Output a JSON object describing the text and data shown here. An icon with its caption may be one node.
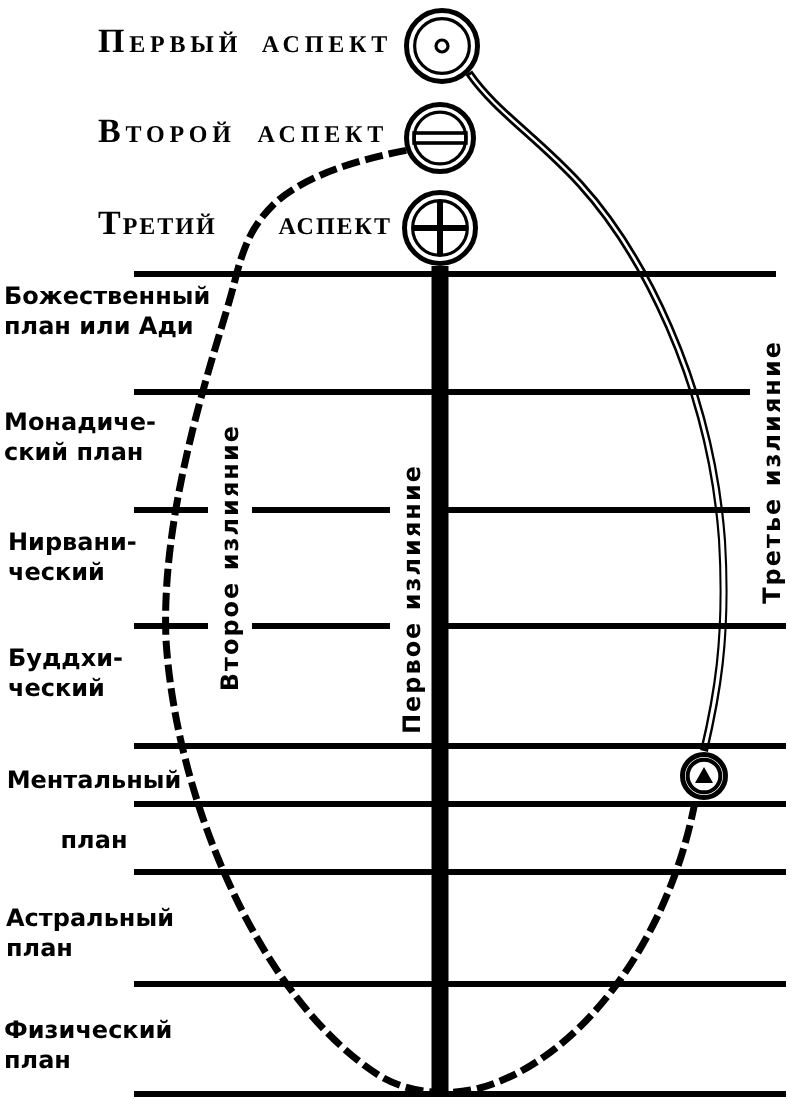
{
  "diagram": {
    "nodes": [
      {
        "text": [],
        "shape": "circle",
        "beside": [
          "Первый аспект"
        ]
      },
      {
        "text": [],
        "shape": "circle",
        "beside": [
          "Второй аспект"
        ]
      },
      {
        "text": [],
        "shape": "circle",
        "beside": [
          "Третий аспект"
        ]
      },
      {
        "text": [],
        "shape": "circle"
      }
    ],
    "edges": [
      {
        "from": 2,
        "to": null,
        "arrow": "none",
        "label": "Первое излияние",
        "style": "thick"
      },
      {
        "from": 1,
        "to": 3,
        "arrow": "none",
        "label": "Второе излияние",
        "style": "dashed"
      },
      {
        "from": 0,
        "to": 3,
        "arrow": "none",
        "label": "Третье излияние"
      }
    ],
    "labels": [
      "Божественный план или Ади",
      "Монадиче-ский план",
      "Нирвани-ческий",
      "Буддхи-ческий",
      "Ментальный план",
      "Астральный план",
      "Физический план"
    ]
  }
}
